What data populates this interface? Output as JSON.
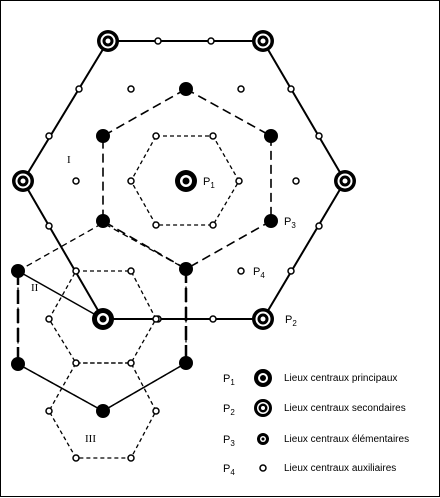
{
  "points": {
    "p1": {
      "letter": "P",
      "sub": "1"
    },
    "p2": {
      "letter": "P",
      "sub": "2"
    },
    "p3": {
      "letter": "P",
      "sub": "3"
    },
    "p4": {
      "letter": "P",
      "sub": "4"
    }
  },
  "regions": {
    "r1": "I",
    "r2": "II",
    "r3": "III"
  },
  "legend": [
    {
      "letter": "P",
      "sub": "1",
      "label": "Lieux centraux principaux"
    },
    {
      "letter": "P",
      "sub": "2",
      "label": "Lieux centraux secondaires"
    },
    {
      "letter": "P",
      "sub": "3",
      "label": "Lieux centraux élémentaires"
    },
    {
      "letter": "P",
      "sub": "4",
      "label": "Lieux centraux auxiliaires"
    }
  ],
  "colors": {
    "ink": "#000000",
    "paper": "#ffffff"
  }
}
